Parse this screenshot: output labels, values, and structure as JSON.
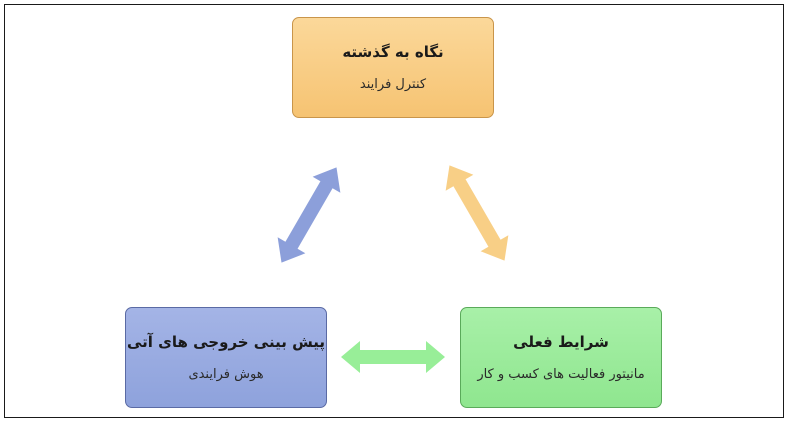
{
  "diagram": {
    "nodes": {
      "past": {
        "title": "نگاه به گذشته",
        "subtitle": "کنترل فرایند"
      },
      "current": {
        "title": "شرایط فعلی",
        "subtitle": "مانیتور فعالیت های کسب و کار"
      },
      "future": {
        "title": "پیش بینی خروجی های آتی",
        "subtitle": "هوش فرایندی"
      }
    },
    "colors": {
      "past": "#f6c372",
      "current": "#8fe68f",
      "future": "#8ea2dc",
      "arrow_left": "#8c9fda",
      "arrow_right": "#f8cf86",
      "arrow_bottom": "#98ee98"
    }
  }
}
